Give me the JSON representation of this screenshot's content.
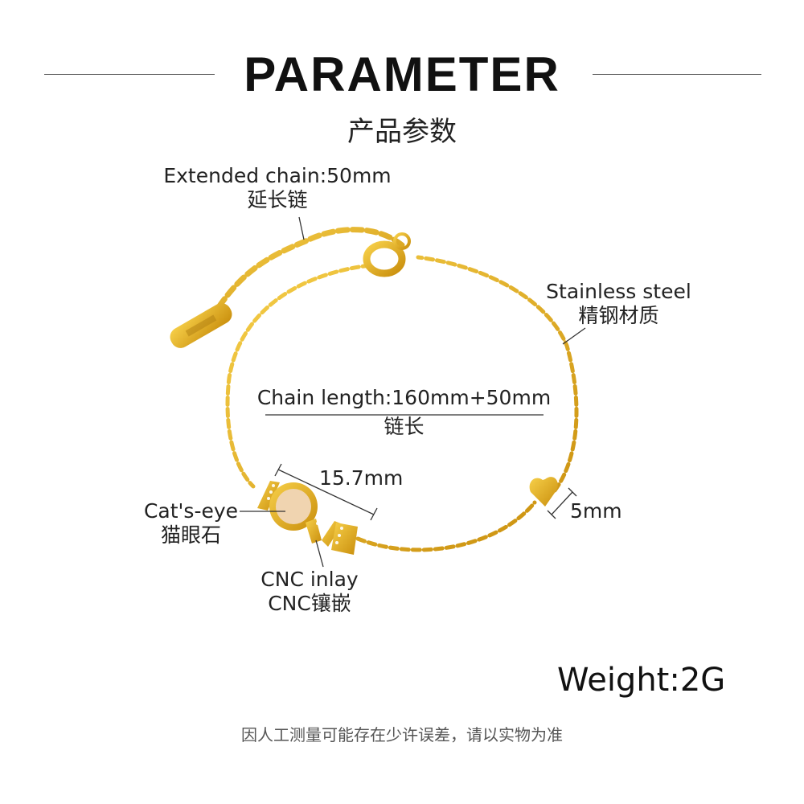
{
  "header": {
    "title": "PARAMETER",
    "subtitle": "产品参数"
  },
  "annotations": {
    "extended_chain": {
      "en": "Extended chain:50mm",
      "zh": "延长链"
    },
    "material": {
      "en": "Stainless steel",
      "zh": "精钢材质"
    },
    "chain_length": {
      "en": "Chain length:160mm+50mm",
      "zh": "链长"
    },
    "pendant_width": "15.7mm",
    "stone": {
      "en": "Cat's-eye",
      "zh": "猫眼石"
    },
    "inlay": {
      "en": "CNC inlay",
      "zh": "CNC镶嵌"
    },
    "heart_size": "5mm"
  },
  "weight": "Weight:2G",
  "footnote": "因人工测量可能存在少许误差，请以实物为准",
  "colors": {
    "gold": "#e8b21c",
    "gold_dark": "#c98e0c",
    "stone": "#f0d4b0",
    "text": "#222222"
  }
}
